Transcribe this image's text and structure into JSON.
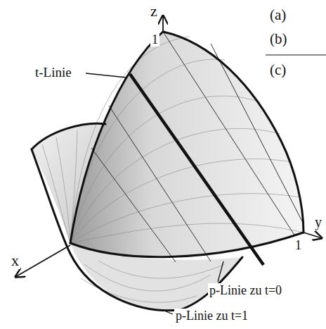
{
  "diagram": {
    "labels": [
      "z",
      "1",
      "(a)",
      "(b)",
      "(c)",
      "t-Linie",
      "y",
      "1",
      "x",
      "p-Linie zu t=0",
      "p-Linie zu t=1"
    ]
  }
}
